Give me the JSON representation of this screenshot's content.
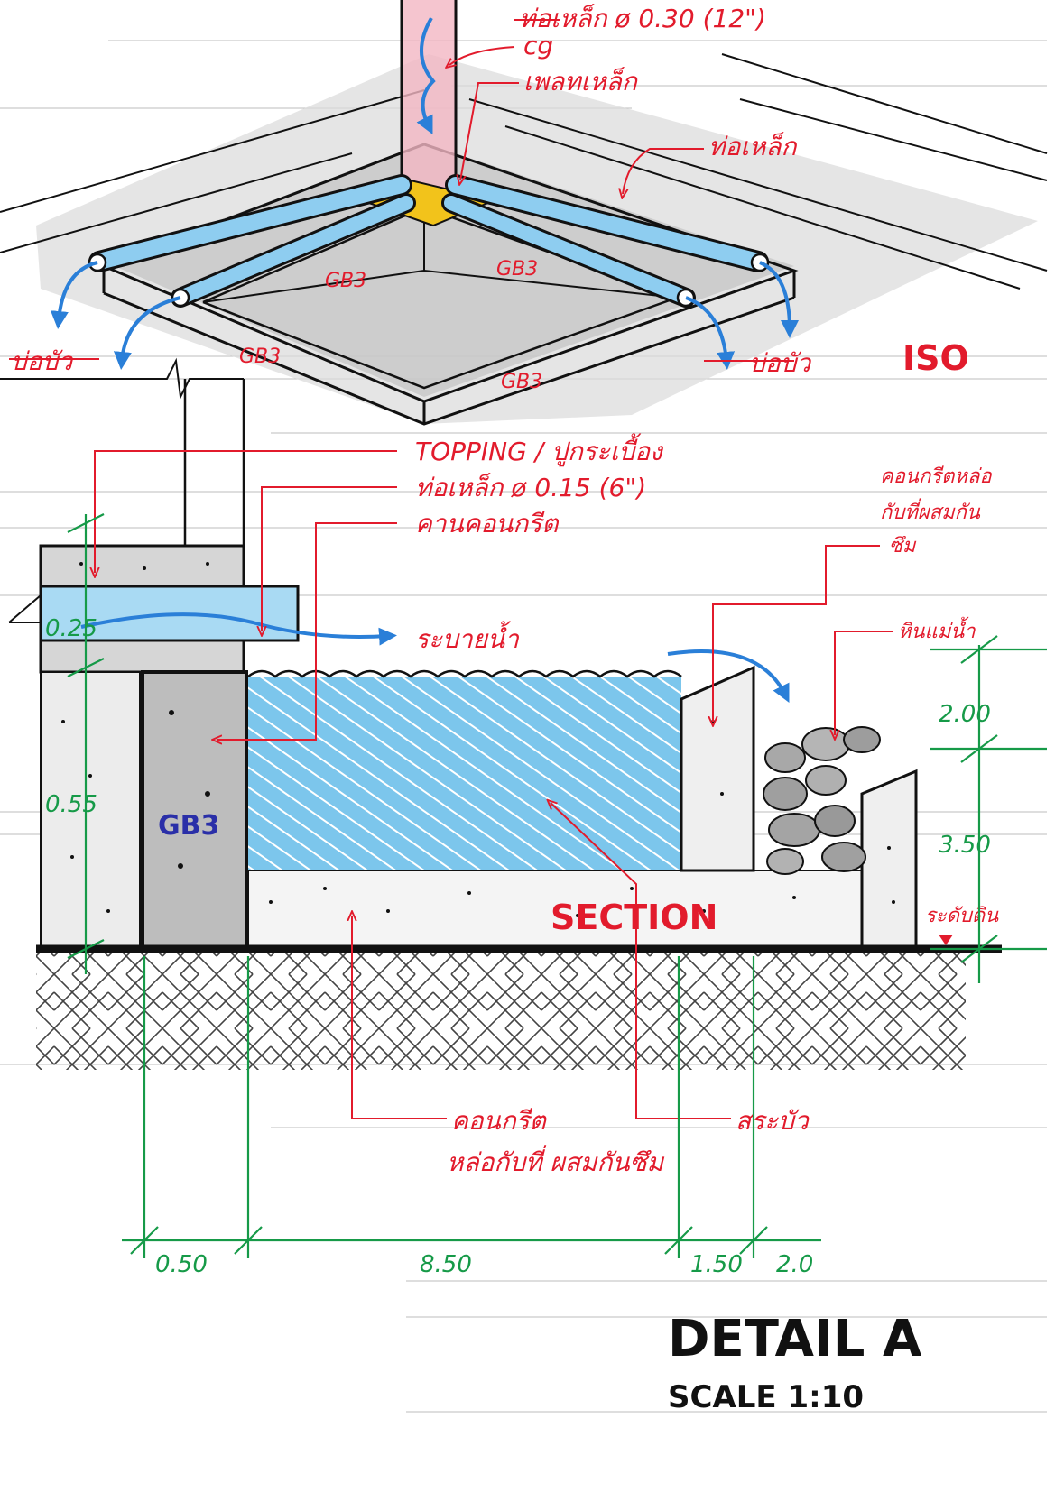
{
  "iso": {
    "title": "ISO",
    "pipe_dia_label": "ท่อเหล็ก ø 0.30 (12\")",
    "cg_label": "cg",
    "plate_label": "เพลทเหล็ก",
    "pipe_label": "ท่อเหล็ก",
    "beam_labels": [
      "GB3",
      "GB3",
      "GB3",
      "GB3"
    ],
    "pond_left_label": "บ่อบัว",
    "pond_right_label": "บ่อบัว"
  },
  "section": {
    "title": "SECTION",
    "topping_label": "TOPPING / ปูกระเบื้อง",
    "pipe_label": "ท่อเหล็ก ø 0.15 (6\")",
    "beam_label": "คานคอนกรีต",
    "drain_label": "ระบายน้ำ",
    "concrete_top_label_line1": "คอนกรีตหล่อ",
    "concrete_top_label_line2": "กับที่ผสมกัน",
    "concrete_top_label_line3": "ซึม",
    "stone_label": "หินแม่น้ำ",
    "beam_block_label": "GB3",
    "ground_label": "ระดับดิน",
    "concrete_bottom_label_line1": "คอนกรีต",
    "concrete_bottom_label_line2": "หล่อกับที่ ผสมกันซึม",
    "pond_label": "สระบัว",
    "dims_vertical": {
      "slab": "0.25",
      "wall": "0.55",
      "right_top": "2.00",
      "right_mid": "3.50"
    },
    "dims_horizontal": [
      "0.50",
      "8.50",
      "1.50",
      "2.0"
    ]
  },
  "titleblock": {
    "title": "DETAIL A",
    "scale": "SCALE 1:10"
  },
  "colors": {
    "ink": "#111111",
    "red_annotation": "#e21b2c",
    "green_dimension": "#169a48",
    "water_blue": "#2a7fd8",
    "water_fill": "#7cc6ec",
    "concrete": "#d9d9d9",
    "plate": "#f2c31b",
    "column_pink": "#f2b6c3"
  }
}
